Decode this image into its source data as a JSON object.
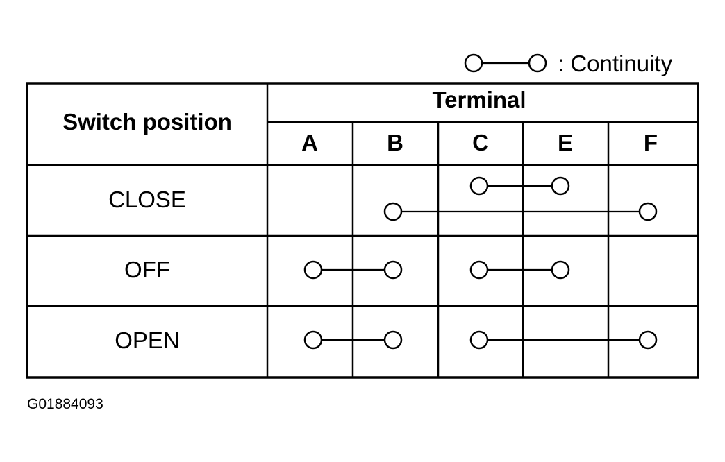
{
  "legend": {
    "label": ": Continuity"
  },
  "table": {
    "row_header": "Switch position",
    "column_group_header": "Terminal",
    "terminals": [
      "A",
      "B",
      "C",
      "E",
      "F"
    ],
    "rows": [
      {
        "position": "CLOSE",
        "continuity": [
          [
            "C",
            "E"
          ],
          [
            "B",
            "F"
          ]
        ]
      },
      {
        "position": "OFF",
        "continuity": [
          [
            "A",
            "B"
          ],
          [
            "C",
            "E"
          ]
        ]
      },
      {
        "position": "OPEN",
        "continuity": [
          [
            "A",
            "B"
          ],
          [
            "C",
            "F"
          ]
        ]
      }
    ]
  },
  "figure_code": "G01884093"
}
